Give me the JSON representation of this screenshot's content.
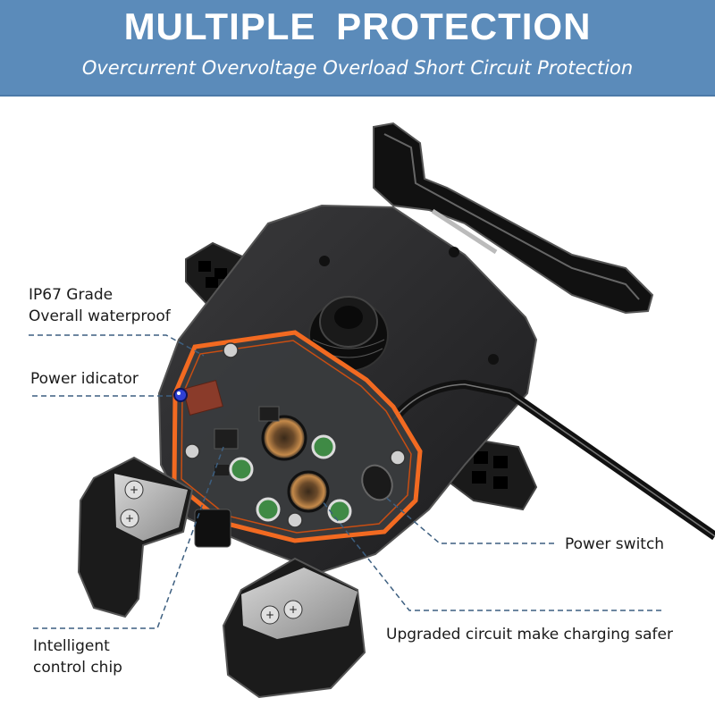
{
  "banner": {
    "title": "MULTIPLE  PROTECTION",
    "subtitle": "Overcurrent Overvoltage Overload Short Circuit Protection",
    "background_color": "#5b8bba",
    "text_color": "#ffffff"
  },
  "callouts": {
    "waterproof": {
      "line1": "IP67 Grade",
      "line2": "Overall waterproof"
    },
    "power_indicator": {
      "label": "Power idicator"
    },
    "power_switch": {
      "label": "Power switch"
    },
    "upgraded_circuit": {
      "label": "Upgraded circuit make charging safer"
    },
    "control_chip": {
      "line1": "Intelligent",
      "line2": "control chip"
    }
  },
  "colors": {
    "leader_line": "#3d5f80",
    "seal_orange": "#f26a21",
    "device_body": "#2b2b2d",
    "capacitor_green": "#3f8a45",
    "indicator_blue": "#2f3fd6"
  },
  "icons": {
    "phone-holder-illustration": "product render of motorcycle phone holder with exposed circuit board"
  }
}
